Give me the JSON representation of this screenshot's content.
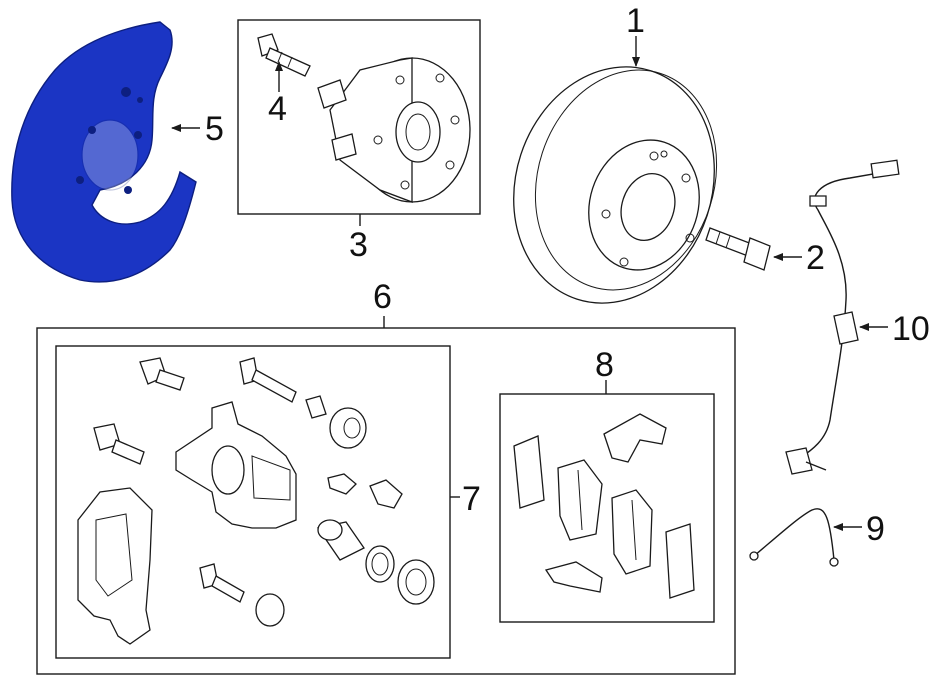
{
  "colors": {
    "highlight": "#1b35c4",
    "line": "#1a1a1a",
    "background": "#ffffff"
  },
  "callouts": {
    "c1": "1",
    "c2": "2",
    "c3": "3",
    "c4": "4",
    "c5": "5",
    "c6": "6",
    "c7": "7",
    "c8": "8",
    "c9": "9",
    "c10": "10"
  }
}
